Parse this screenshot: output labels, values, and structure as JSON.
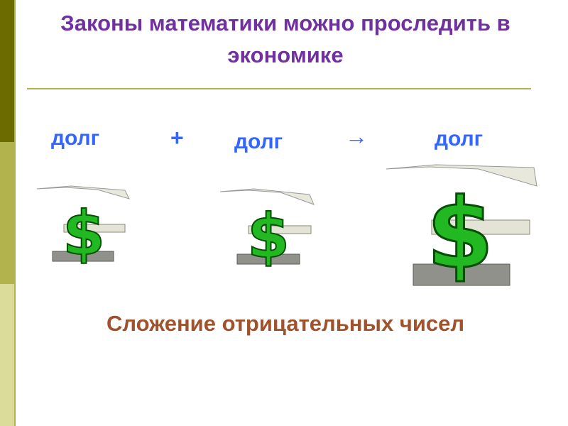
{
  "slide": {
    "title": "Законы математики можно проследить в экономике",
    "equation": {
      "term1": "долг",
      "plus": "+",
      "term2": "долг",
      "arrow": "→",
      "result": "долг"
    },
    "caption": "Сложение отрицательных чисел"
  },
  "colors": {
    "title": "#7030a0",
    "words": "#3366ff",
    "caption": "#a0522d",
    "accent_bar": "#6b6b00",
    "divider": "#b3b34d",
    "dollar_green": "#22b822"
  },
  "icons": [
    "dollar-icon",
    "banknote-icon"
  ]
}
